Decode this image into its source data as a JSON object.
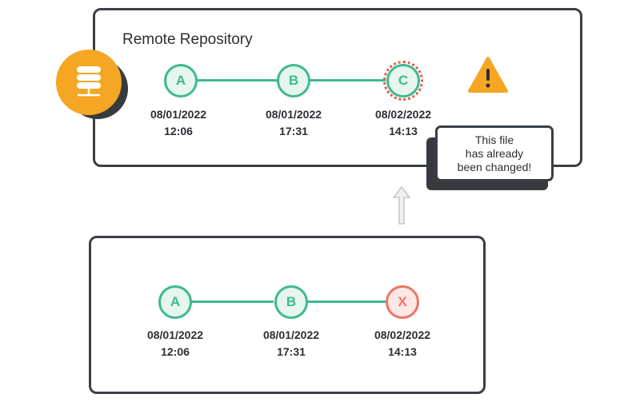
{
  "remote": {
    "title": "Remote Repository",
    "commits": [
      {
        "id": "A",
        "date": "08/01/2022",
        "time": "12:06"
      },
      {
        "id": "B",
        "date": "08/01/2022",
        "time": "17:31"
      },
      {
        "id": "C",
        "date": "08/02/2022",
        "time": "14:13",
        "status": "changed"
      }
    ],
    "warning_icon": "warning-triangle-icon",
    "callout": {
      "line1": "This file",
      "line2": "has already",
      "line3": "been changed!"
    }
  },
  "local": {
    "commits": [
      {
        "id": "A",
        "date": "08/01/2022",
        "time": "12:06"
      },
      {
        "id": "B",
        "date": "08/01/2022",
        "time": "17:31"
      },
      {
        "id": "X",
        "date": "08/02/2022",
        "time": "14:13",
        "status": "conflict"
      }
    ]
  },
  "icons": {
    "server": "server-stack-icon",
    "push_arrow": "up-arrow-icon"
  },
  "colors": {
    "commit_green": "#3dbb8c",
    "conflict_red": "#ee7466",
    "server_orange": "#f5a623",
    "warning_orange": "#f5a623",
    "border_dark": "#3a3f44"
  }
}
